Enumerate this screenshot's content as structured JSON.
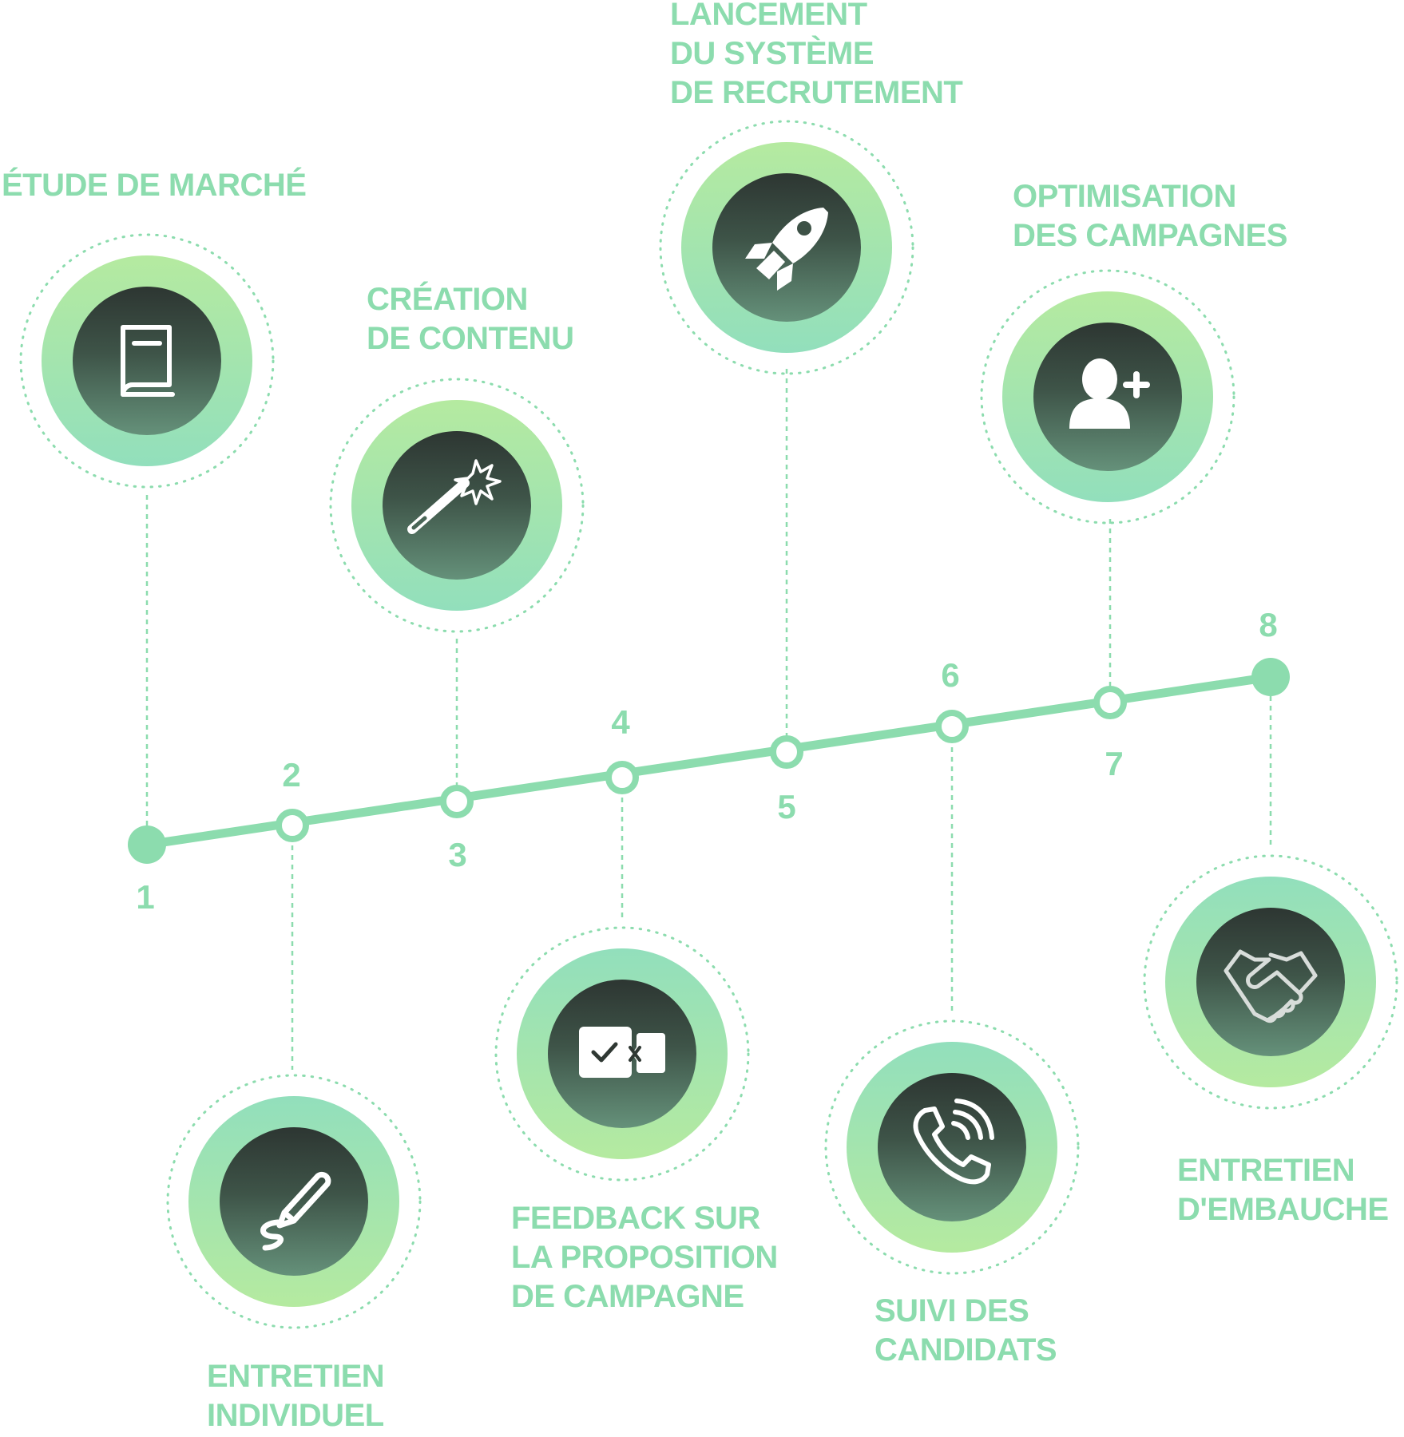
{
  "steps": [
    {
      "number": "1",
      "label": "ÉTUDE DE MARCHÉ",
      "icon": "book-icon"
    },
    {
      "number": "2",
      "label": "ENTRETIEN\nINDIVIDUEL",
      "icon": "signature-pen-icon"
    },
    {
      "number": "3",
      "label": "CRÉATION\nDE CONTENU",
      "icon": "magic-wand-icon"
    },
    {
      "number": "4",
      "label": "FEEDBACK SUR\nLA PROPOSITION\nDE CAMPAGNE",
      "icon": "approve-reject-icon"
    },
    {
      "number": "5",
      "label": "LANCEMENT\nDU SYSTÈME\nDE RECRUTEMENT",
      "icon": "rocket-icon"
    },
    {
      "number": "6",
      "label": "SUIVI DES\nCANDIDATS",
      "icon": "phone-call-icon"
    },
    {
      "number": "7",
      "label": "OPTIMISATION\nDES CAMPAGNES",
      "icon": "add-user-icon"
    },
    {
      "number": "8",
      "label": "ENTRETIEN\nD'EMBAUCHE",
      "icon": "handshake-icon"
    }
  ],
  "colors": {
    "accent": "#8cdcae",
    "ring_light": "#b6eba0",
    "ring_teal": "#93dfba",
    "icon_dark": "#2f3833",
    "icon_mid": "#5e8a72"
  }
}
